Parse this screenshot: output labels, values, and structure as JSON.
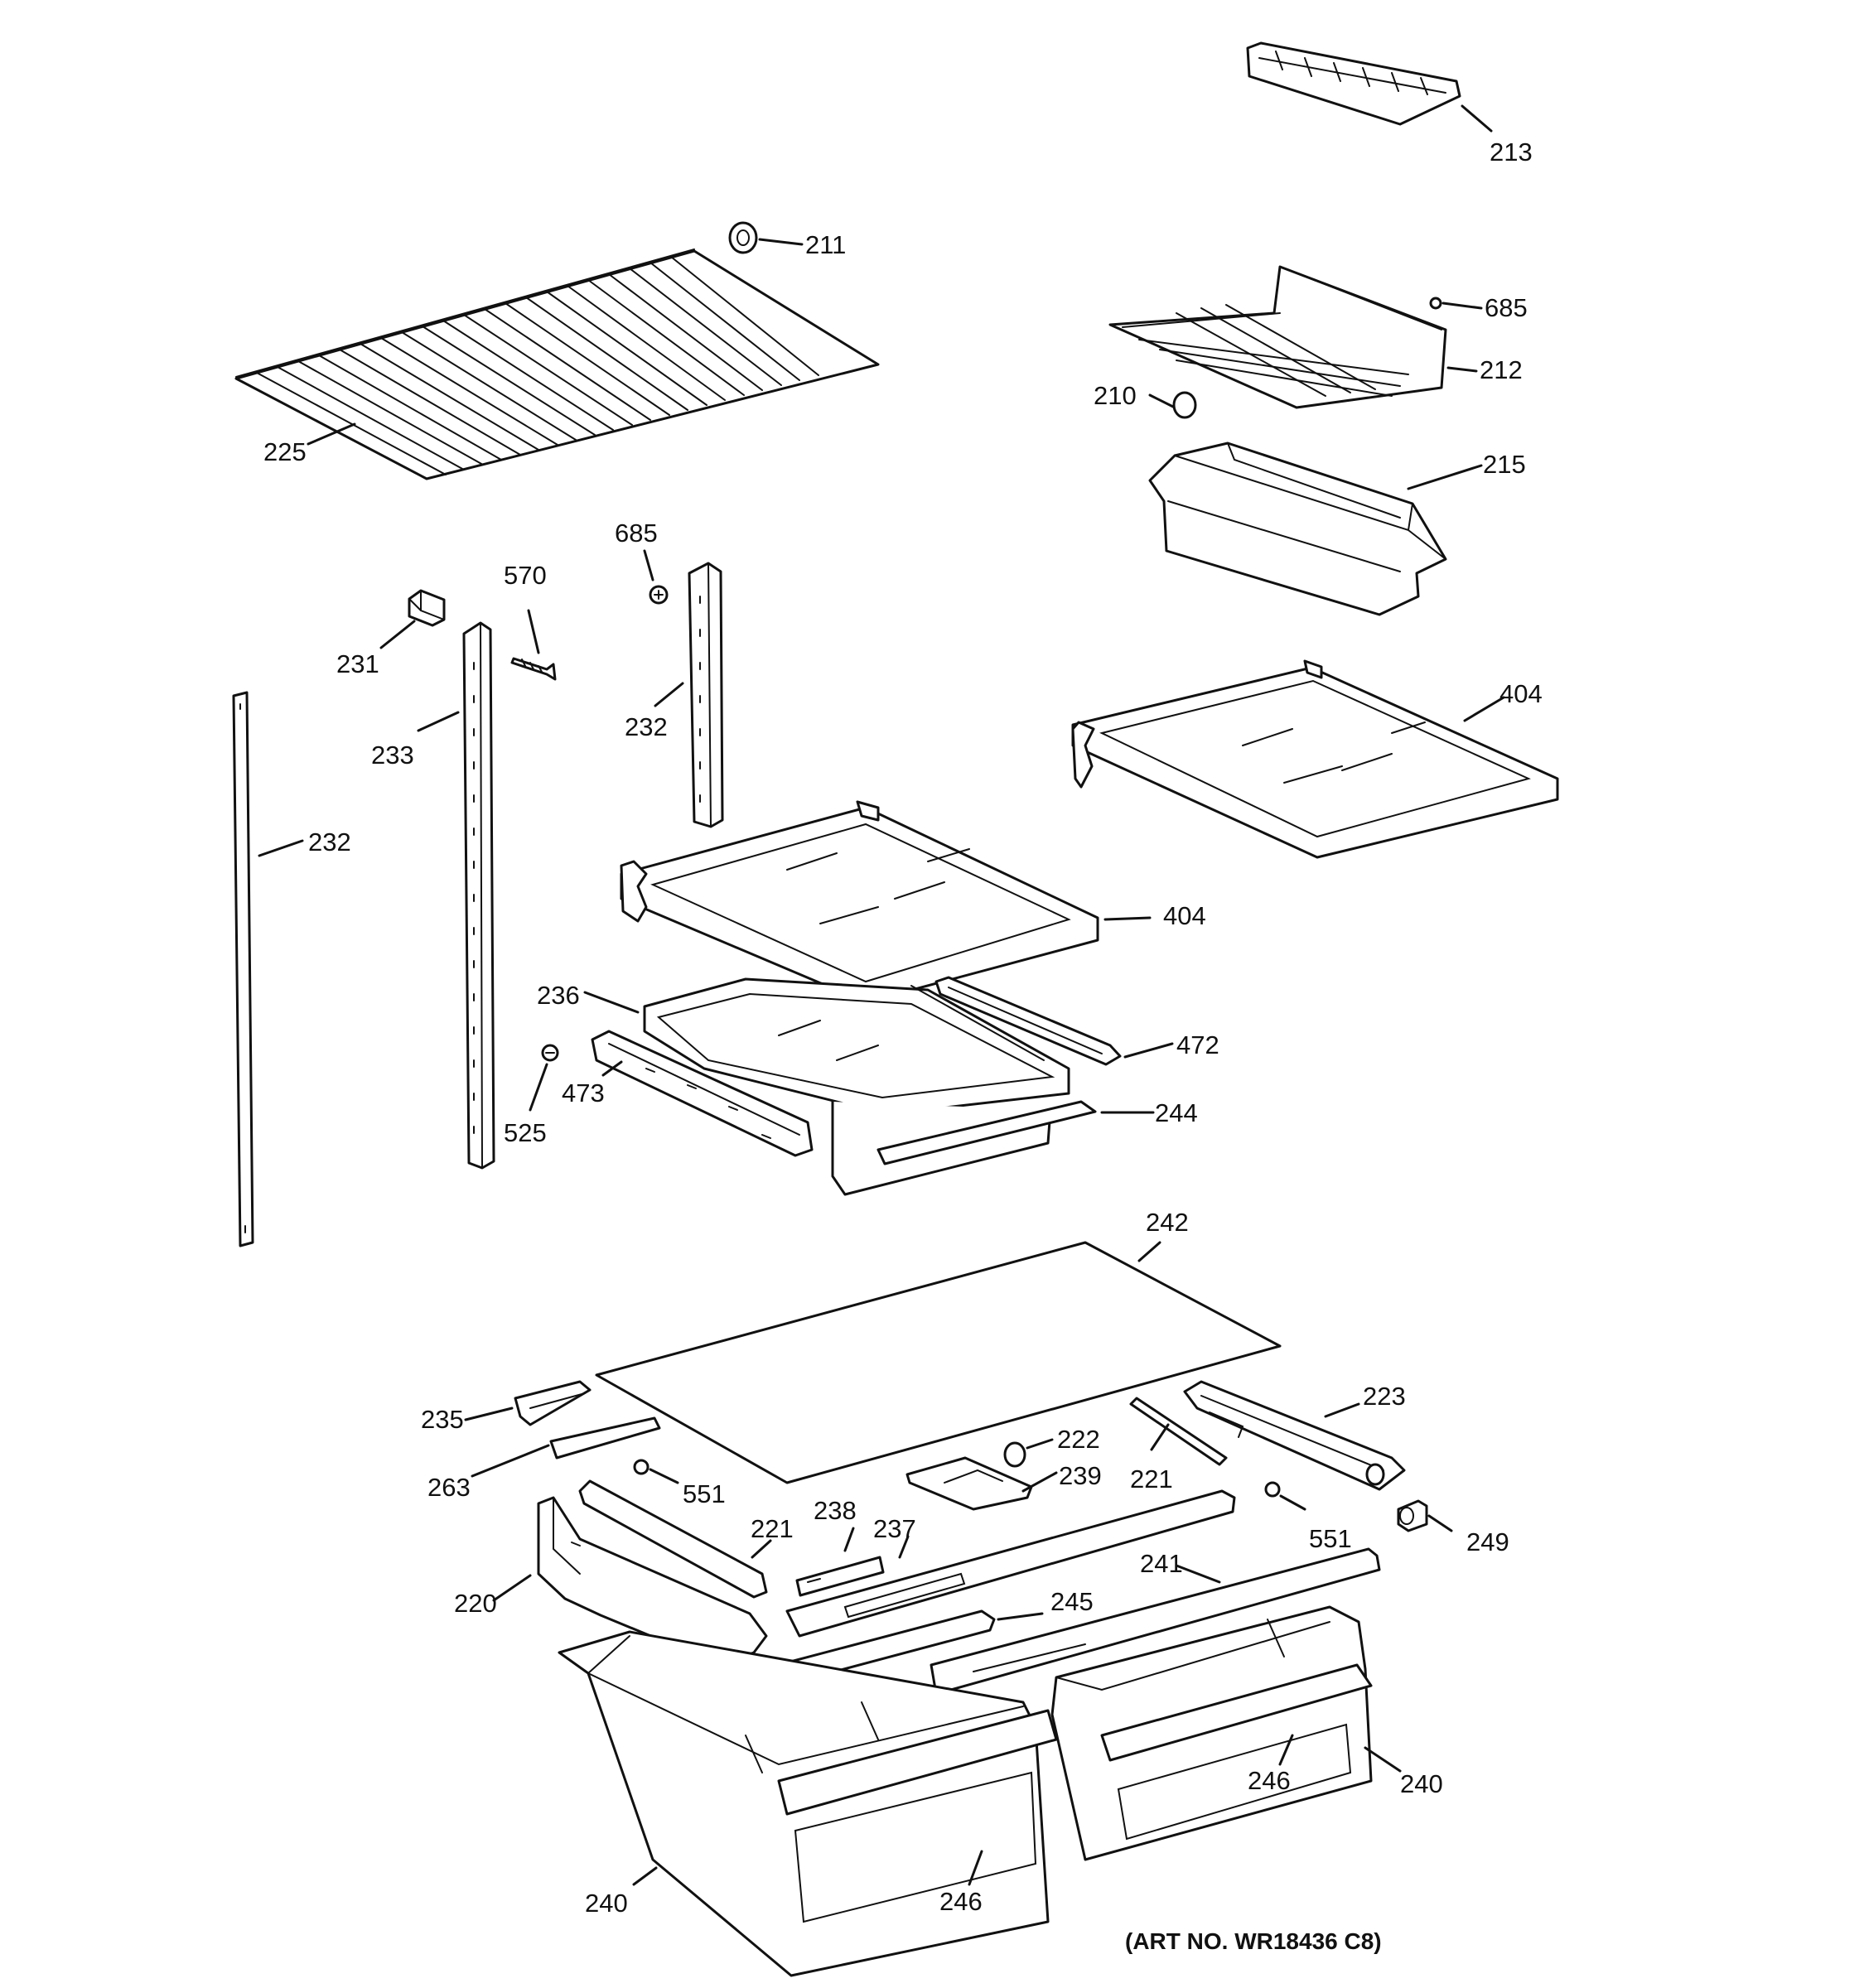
{
  "art_number": "(ART NO. WR18436 C8)",
  "parts": {
    "p213": "213",
    "p211": "211",
    "p685_top": "685",
    "p212": "212",
    "p210": "210",
    "p225": "225",
    "p215": "215",
    "p685_mid": "685",
    "p570": "570",
    "p231": "231",
    "p233": "233",
    "p232_mid": "232",
    "p232_left": "232",
    "p404_right": "404",
    "p404_mid": "404",
    "p236": "236",
    "p472": "472",
    "p473": "473",
    "p525": "525",
    "p244": "244",
    "p242": "242",
    "p235": "235",
    "p223": "223",
    "p222": "222",
    "p263": "263",
    "p239": "239",
    "p221_right": "221",
    "p551_left": "551",
    "p551_right": "551",
    "p249": "249",
    "p238": "238",
    "p221_left": "221",
    "p237": "237",
    "p241": "241",
    "p220": "220",
    "p245": "245",
    "p246_right": "246",
    "p240_right": "240",
    "p246_left": "246",
    "p240_left": "240"
  }
}
